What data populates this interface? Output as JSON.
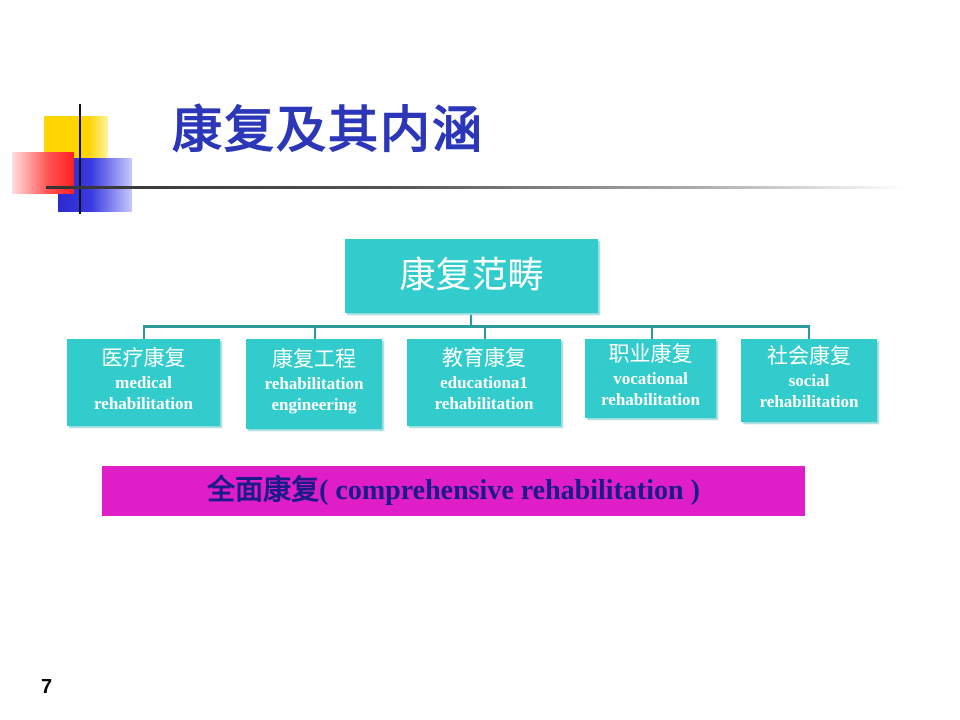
{
  "slide": {
    "title": "康复及其内涵",
    "page_number": "7"
  },
  "diagram": {
    "root": "康复范畴",
    "children": [
      {
        "cn": "医疗康复",
        "en1": "medical",
        "en2": "rehabilitation"
      },
      {
        "cn": "康复工程",
        "en1": "rehabilitation",
        "en2": "engineering"
      },
      {
        "cn": "教育康复",
        "en1": "educationa1",
        "en2": "rehabilitation"
      },
      {
        "cn": "职业康复",
        "en1": "vocational",
        "en2": "rehabilitation"
      },
      {
        "cn": "社会康复",
        "en1": "social",
        "en2": "rehabilitation"
      }
    ],
    "summary": "全面康复( comprehensive rehabilitation )"
  },
  "colors": {
    "title": "#2b36b8",
    "box_fill": "#33cccc",
    "summary_fill": "#e01ec8",
    "summary_text": "#1a1a8a"
  }
}
